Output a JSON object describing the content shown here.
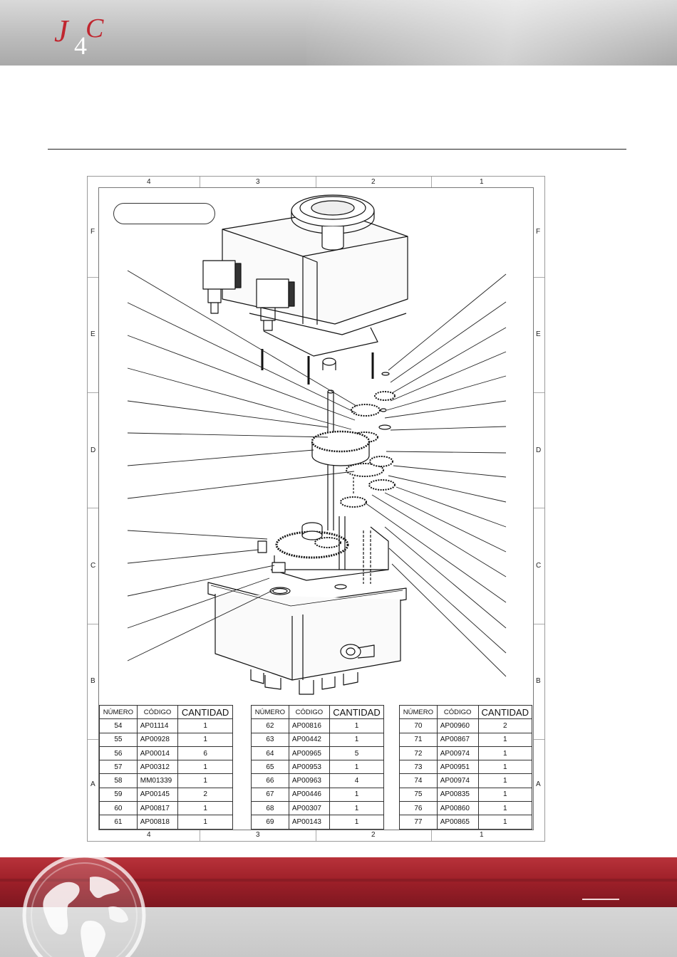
{
  "brand": {
    "logo_text_j": "J",
    "logo_text_4": "4",
    "logo_text_c": "C",
    "accent_color": "#c0262f"
  },
  "drawing": {
    "columns_top": [
      "4",
      "3",
      "2",
      "1"
    ],
    "columns_bottom": [
      "4",
      "3",
      "2",
      "1"
    ],
    "rows": [
      "F",
      "E",
      "D",
      "C",
      "B",
      "A"
    ]
  },
  "tables": [
    {
      "headers": [
        "NÚMERO",
        "CÓDIGO",
        "CANTIDAD"
      ],
      "rows": [
        [
          "54",
          "AP01114",
          "1"
        ],
        [
          "55",
          "AP00928",
          "1"
        ],
        [
          "56",
          "AP00014",
          "6"
        ],
        [
          "57",
          "AP00312",
          "1"
        ],
        [
          "58",
          "MM01339",
          "1"
        ],
        [
          "59",
          "AP00145",
          "2"
        ],
        [
          "60",
          "AP00817",
          "1"
        ],
        [
          "61",
          "AP00818",
          "1"
        ]
      ]
    },
    {
      "headers": [
        "NÚMERO",
        "CÓDIGO",
        "CANTIDAD"
      ],
      "rows": [
        [
          "62",
          "AP00816",
          "1"
        ],
        [
          "63",
          "AP00442",
          "1"
        ],
        [
          "64",
          "AP00965",
          "5"
        ],
        [
          "65",
          "AP00953",
          "1"
        ],
        [
          "66",
          "AP00963",
          "4"
        ],
        [
          "67",
          "AP00446",
          "1"
        ],
        [
          "68",
          "AP00307",
          "1"
        ],
        [
          "69",
          "AP00143",
          "1"
        ]
      ]
    },
    {
      "headers": [
        "NÚMERO",
        "CÓDIGO",
        "CANTIDAD"
      ],
      "rows": [
        [
          "70",
          "AP00960",
          "2"
        ],
        [
          "71",
          "AP00867",
          "1"
        ],
        [
          "72",
          "AP00974",
          "1"
        ],
        [
          "73",
          "AP00951",
          "1"
        ],
        [
          "74",
          "AP00974",
          "1"
        ],
        [
          "75",
          "AP00835",
          "1"
        ],
        [
          "76",
          "AP00860",
          "1"
        ],
        [
          "77",
          "AP00865",
          "1"
        ]
      ]
    }
  ]
}
